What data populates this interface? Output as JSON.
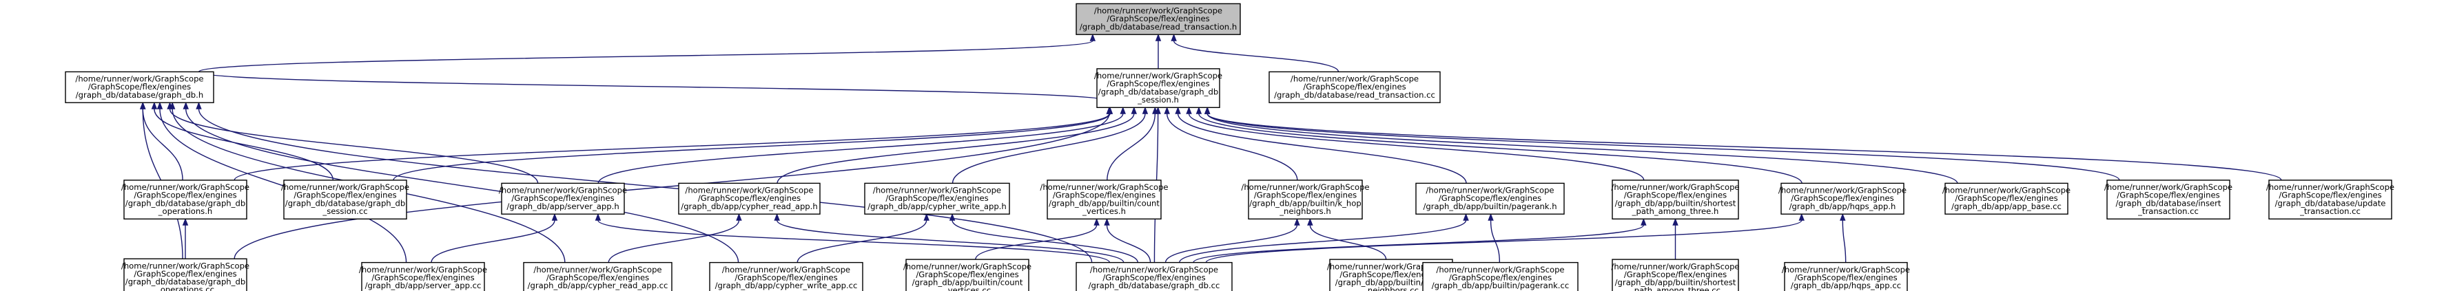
{
  "graph": {
    "nodes": [
      {
        "id": "read_transaction_h",
        "root": true,
        "lines": [
          "/home/runner/work/GraphScope",
          "/GraphScope/flex/engines",
          "/graph_db/database/read_transaction.h"
        ]
      },
      {
        "id": "graph_db_h",
        "lines": [
          "/home/runner/work/GraphScope",
          "/GraphScope/flex/engines",
          "/graph_db/database/graph_db.h"
        ]
      },
      {
        "id": "graph_db_session_h",
        "lines": [
          "/home/runner/work/GraphScope",
          "/GraphScope/flex/engines",
          "/graph_db/database/graph_db",
          "_session.h"
        ]
      },
      {
        "id": "read_transaction_cc",
        "lines": [
          "/home/runner/work/GraphScope",
          "/GraphScope/flex/engines",
          "/graph_db/database/read_transaction.cc"
        ]
      },
      {
        "id": "graph_db_operations_h",
        "lines": [
          "/home/runner/work/GraphScope",
          "/GraphScope/flex/engines",
          "/graph_db/database/graph_db",
          "_operations.h"
        ]
      },
      {
        "id": "graph_db_session_cc",
        "lines": [
          "/home/runner/work/GraphScope",
          "/GraphScope/flex/engines",
          "/graph_db/database/graph_db",
          "_session.cc"
        ]
      },
      {
        "id": "server_app_h",
        "lines": [
          "/home/runner/work/GraphScope",
          "/GraphScope/flex/engines",
          "/graph_db/app/server_app.h"
        ]
      },
      {
        "id": "cypher_read_app_h",
        "lines": [
          "/home/runner/work/GraphScope",
          "/GraphScope/flex/engines",
          "/graph_db/app/cypher_read_app.h"
        ]
      },
      {
        "id": "cypher_write_app_h",
        "lines": [
          "/home/runner/work/GraphScope",
          "/GraphScope/flex/engines",
          "/graph_db/app/cypher_write_app.h"
        ]
      },
      {
        "id": "count_vertices_h",
        "lines": [
          "/home/runner/work/GraphScope",
          "/GraphScope/flex/engines",
          "/graph_db/app/builtin/count",
          "_vertices.h"
        ]
      },
      {
        "id": "k_hop_neighbors_h",
        "lines": [
          "/home/runner/work/GraphScope",
          "/GraphScope/flex/engines",
          "/graph_db/app/builtin/k_hop",
          "_neighbors.h"
        ]
      },
      {
        "id": "pagerank_h",
        "lines": [
          "/home/runner/work/GraphScope",
          "/GraphScope/flex/engines",
          "/graph_db/app/builtin/pagerank.h"
        ]
      },
      {
        "id": "shortest_path_h",
        "lines": [
          "/home/runner/work/GraphScope",
          "/GraphScope/flex/engines",
          "/graph_db/app/builtin/shortest",
          "_path_among_three.h"
        ]
      },
      {
        "id": "hqps_app_h",
        "lines": [
          "/home/runner/work/GraphScope",
          "/GraphScope/flex/engines",
          "/graph_db/app/hqps_app.h"
        ]
      },
      {
        "id": "app_base_cc",
        "lines": [
          "/home/runner/work/GraphScope",
          "/GraphScope/flex/engines",
          "/graph_db/app/app_base.cc"
        ]
      },
      {
        "id": "insert_transaction_cc",
        "lines": [
          "/home/runner/work/GraphScope",
          "/GraphScope/flex/engines",
          "/graph_db/database/insert",
          "_transaction.cc"
        ]
      },
      {
        "id": "update_transaction_cc",
        "lines": [
          "/home/runner/work/GraphScope",
          "/GraphScope/flex/engines",
          "/graph_db/database/update",
          "_transaction.cc"
        ]
      },
      {
        "id": "graph_db_operations_cc",
        "lines": [
          "/home/runner/work/GraphScope",
          "/GraphScope/flex/engines",
          "/graph_db/database/graph_db",
          "_operations.cc"
        ]
      },
      {
        "id": "server_app_cc",
        "lines": [
          "/home/runner/work/GraphScope",
          "/GraphScope/flex/engines",
          "/graph_db/app/server_app.cc"
        ]
      },
      {
        "id": "cypher_read_app_cc",
        "lines": [
          "/home/runner/work/GraphScope",
          "/GraphScope/flex/engines",
          "/graph_db/app/cypher_read_app.cc"
        ]
      },
      {
        "id": "cypher_write_app_cc",
        "lines": [
          "/home/runner/work/GraphScope",
          "/GraphScope/flex/engines",
          "/graph_db/app/cypher_write_app.cc"
        ]
      },
      {
        "id": "count_vertices_cc",
        "lines": [
          "/home/runner/work/GraphScope",
          "/GraphScope/flex/engines",
          "/graph_db/app/builtin/count",
          "_vertices.cc"
        ]
      },
      {
        "id": "graph_db_cc",
        "lines": [
          "/home/runner/work/GraphScope",
          "/GraphScope/flex/engines",
          "/graph_db/database/graph_db.cc"
        ]
      },
      {
        "id": "k_hop_neighbors_cc",
        "lines": [
          "/home/runner/work/GraphScope",
          "/GraphScope/flex/engines",
          "/graph_db/app/builtin/k_hop",
          "_neighbors.cc"
        ]
      },
      {
        "id": "pagerank_cc",
        "lines": [
          "/home/runner/work/GraphScope",
          "/GraphScope/flex/engines",
          "/graph_db/app/builtin/pagerank.cc"
        ]
      },
      {
        "id": "shortest_path_cc",
        "lines": [
          "/home/runner/work/GraphScope",
          "/GraphScope/flex/engines",
          "/graph_db/app/builtin/shortest",
          "_path_among_three.cc"
        ]
      },
      {
        "id": "hqps_app_cc",
        "lines": [
          "/home/runner/work/GraphScope",
          "/GraphScope/flex/engines",
          "/graph_db/app/hqps_app.cc"
        ]
      }
    ],
    "edges": [
      [
        "read_transaction_h",
        "graph_db_h"
      ],
      [
        "read_transaction_h",
        "graph_db_session_h"
      ],
      [
        "read_transaction_h",
        "read_transaction_cc"
      ],
      [
        "graph_db_h",
        "graph_db_operations_h"
      ],
      [
        "graph_db_h",
        "graph_db_session_cc"
      ],
      [
        "graph_db_h",
        "server_app_h"
      ],
      [
        "graph_db_h",
        "graph_db_operations_cc"
      ],
      [
        "graph_db_h",
        "server_app_cc"
      ],
      [
        "graph_db_h",
        "cypher_read_app_cc"
      ],
      [
        "graph_db_h",
        "cypher_write_app_cc"
      ],
      [
        "graph_db_h",
        "graph_db_cc"
      ],
      [
        "graph_db_session_h",
        "graph_db_h"
      ],
      [
        "graph_db_session_h",
        "graph_db_operations_h"
      ],
      [
        "graph_db_session_h",
        "graph_db_session_cc"
      ],
      [
        "graph_db_session_h",
        "server_app_h"
      ],
      [
        "graph_db_session_h",
        "cypher_read_app_h"
      ],
      [
        "graph_db_session_h",
        "cypher_write_app_h"
      ],
      [
        "graph_db_session_h",
        "count_vertices_h"
      ],
      [
        "graph_db_session_h",
        "k_hop_neighbors_h"
      ],
      [
        "graph_db_session_h",
        "pagerank_h"
      ],
      [
        "graph_db_session_h",
        "shortest_path_h"
      ],
      [
        "graph_db_session_h",
        "hqps_app_h"
      ],
      [
        "graph_db_session_h",
        "app_base_cc"
      ],
      [
        "graph_db_session_h",
        "insert_transaction_cc"
      ],
      [
        "graph_db_session_h",
        "update_transaction_cc"
      ],
      [
        "graph_db_session_h",
        "graph_db_operations_cc"
      ],
      [
        "graph_db_session_h",
        "graph_db_cc"
      ],
      [
        "graph_db_operations_h",
        "graph_db_operations_cc"
      ],
      [
        "server_app_h",
        "server_app_cc"
      ],
      [
        "server_app_h",
        "graph_db_cc"
      ],
      [
        "cypher_read_app_h",
        "cypher_read_app_cc"
      ],
      [
        "cypher_read_app_h",
        "graph_db_cc"
      ],
      [
        "cypher_write_app_h",
        "cypher_write_app_cc"
      ],
      [
        "cypher_write_app_h",
        "graph_db_cc"
      ],
      [
        "count_vertices_h",
        "count_vertices_cc"
      ],
      [
        "count_vertices_h",
        "graph_db_cc"
      ],
      [
        "k_hop_neighbors_h",
        "k_hop_neighbors_cc"
      ],
      [
        "k_hop_neighbors_h",
        "graph_db_cc"
      ],
      [
        "pagerank_h",
        "pagerank_cc"
      ],
      [
        "pagerank_h",
        "graph_db_cc"
      ],
      [
        "shortest_path_h",
        "shortest_path_cc"
      ],
      [
        "shortest_path_h",
        "graph_db_cc"
      ],
      [
        "hqps_app_h",
        "hqps_app_cc"
      ],
      [
        "hqps_app_h",
        "graph_db_cc"
      ]
    ]
  }
}
